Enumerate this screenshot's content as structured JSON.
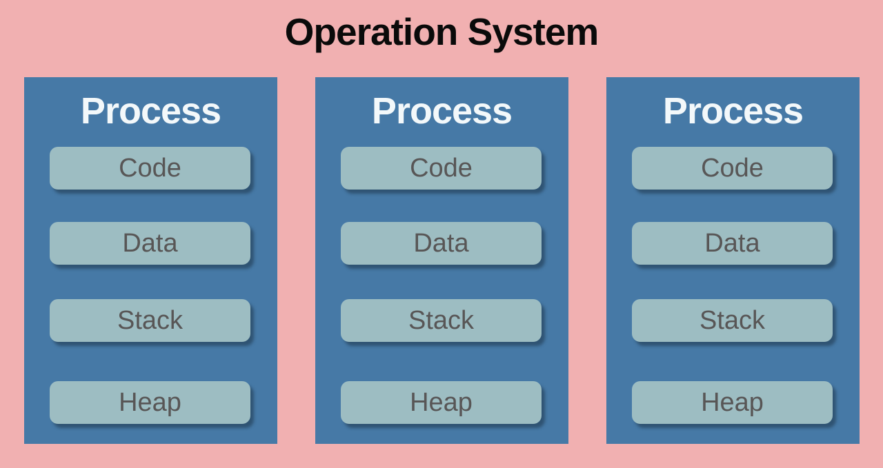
{
  "title": "Operation System",
  "colors": {
    "background": "#f1b0b1",
    "process_card": "#4679a6",
    "segment_fill": "#9dbdc2",
    "segment_text": "#585656",
    "process_title_text": "#f3f8fa",
    "main_title_text": "#0a0a0a",
    "segment_shadow": "rgba(30,52,72,0.55)"
  },
  "processes": [
    {
      "title": "Process",
      "segments": [
        "Code",
        "Data",
        "Stack",
        "Heap"
      ]
    },
    {
      "title": "Process",
      "segments": [
        "Code",
        "Data",
        "Stack",
        "Heap"
      ]
    },
    {
      "title": "Process",
      "segments": [
        "Code",
        "Data",
        "Stack",
        "Heap"
      ]
    }
  ]
}
